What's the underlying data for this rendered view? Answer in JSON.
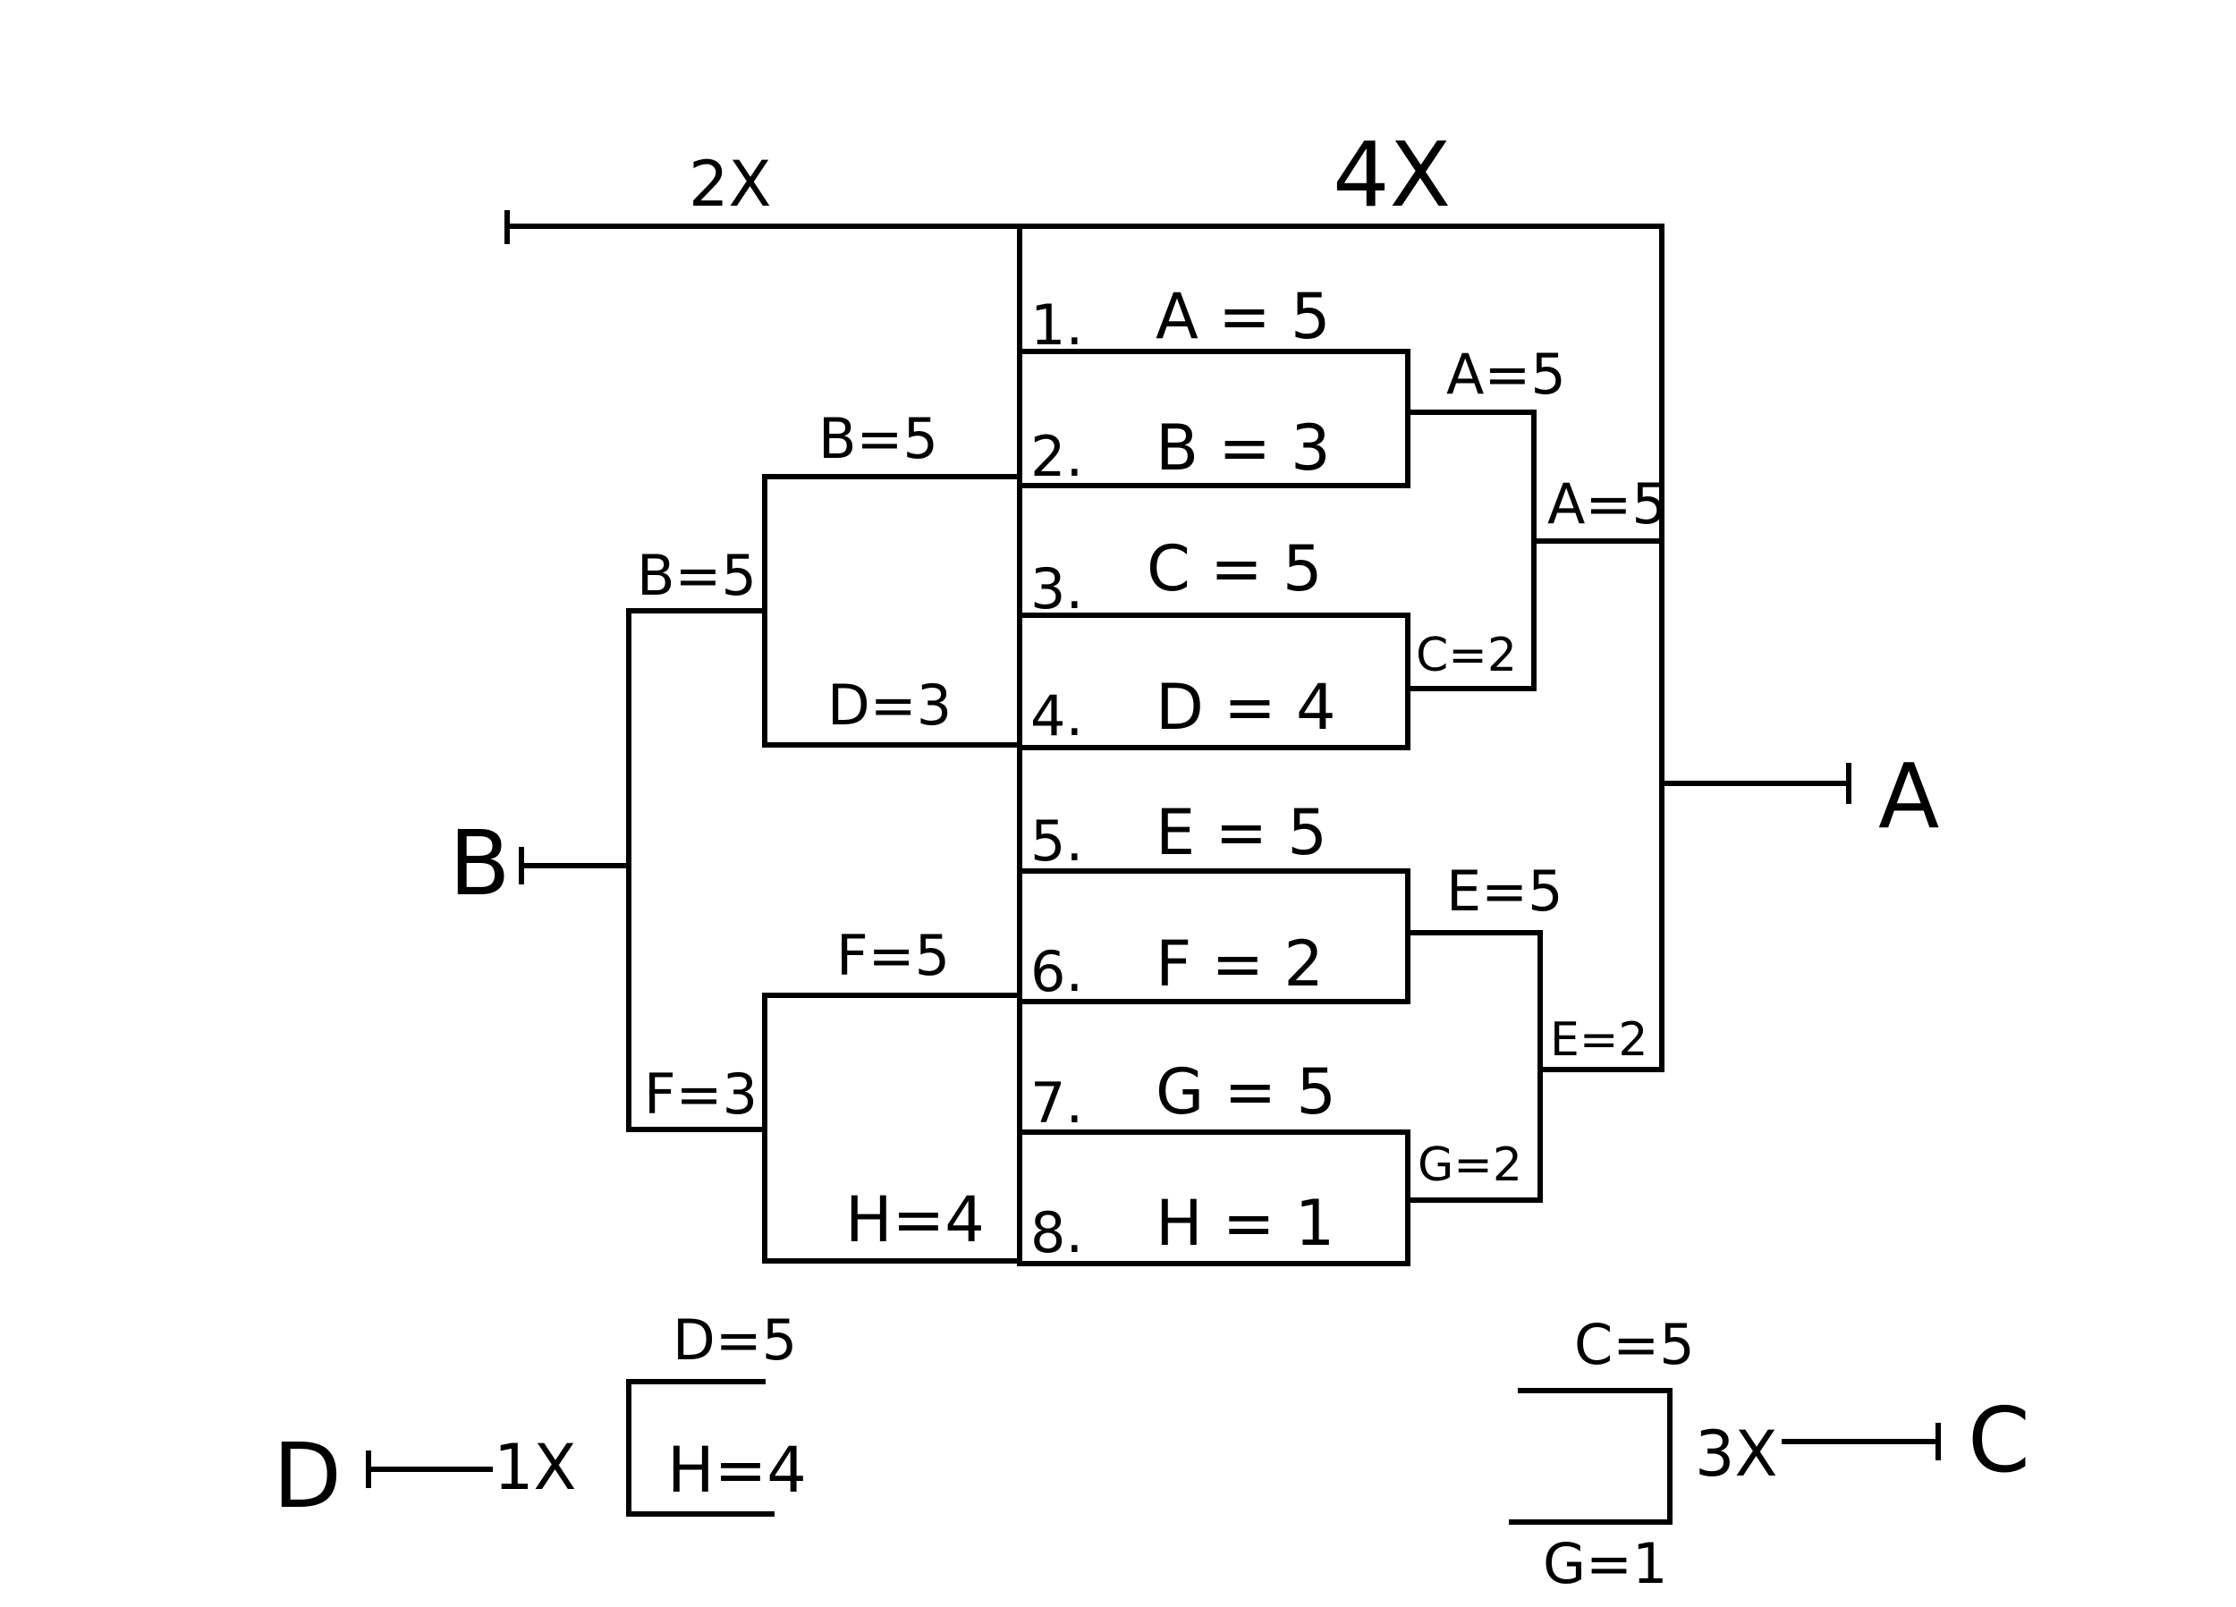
{
  "header": {
    "left_multiplier": "2X",
    "right_multiplier": "4X"
  },
  "entrants": [
    {
      "seed": "1.",
      "label": "A = 5"
    },
    {
      "seed": "2.",
      "label": "B = 3"
    },
    {
      "seed": "3.",
      "label": "C = 5"
    },
    {
      "seed": "4.",
      "label": "D = 4"
    },
    {
      "seed": "5.",
      "label": "E = 5"
    },
    {
      "seed": "6.",
      "label": "F = 2"
    },
    {
      "seed": "7.",
      "label": "G = 5"
    },
    {
      "seed": "8.",
      "label": "H = 1"
    }
  ],
  "right_bracket": {
    "round2": [
      "A=5",
      "C=2",
      "E=5",
      "G=2"
    ],
    "round3": [
      "A=5",
      "E=2"
    ],
    "winner": "A"
  },
  "left_bracket": {
    "round1": [
      "B=5",
      "D=3",
      "F=5",
      "H=4"
    ],
    "round2": [
      "B=5",
      "F=3"
    ],
    "winner": "B"
  },
  "bottom_left": {
    "label": "D",
    "multiplier": "1X",
    "top": "D=5",
    "bottom": "H=4"
  },
  "bottom_right": {
    "label": "C",
    "multiplier": "3X",
    "top": "C=5",
    "bottom": "G=1"
  }
}
